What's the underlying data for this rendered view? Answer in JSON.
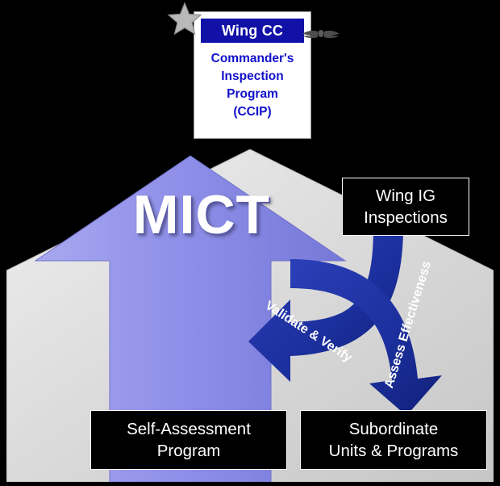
{
  "diagram": {
    "title_card": {
      "header": "Wing CC",
      "line1": "Commander's",
      "line2": "Inspection",
      "line3": "Program",
      "line4": "(CCIP)",
      "header_bg": "#1111a8",
      "body_color": "#1111cc"
    },
    "icons": {
      "star": "star-icon",
      "wings": "pilot-wings-icon"
    },
    "center_label": "MICT",
    "boxes": {
      "wing_ig_line1": "Wing IG",
      "wing_ig_line2": "Inspections",
      "self_assessment_line1": "Self-Assessment",
      "self_assessment_line2": "Program",
      "subordinate_line1": "Subordinate",
      "subordinate_line2": "Units & Programs"
    },
    "arrow_captions": {
      "validate": "Validate & Verify",
      "assess": "Assess Effectiveness"
    },
    "colors": {
      "house_fill": "#d8d8d8",
      "arrow_fill": "#8f90e8",
      "curved_arrow_fill": "#1b2f9c",
      "box_bg": "#000000",
      "box_text": "#ffffff"
    }
  }
}
